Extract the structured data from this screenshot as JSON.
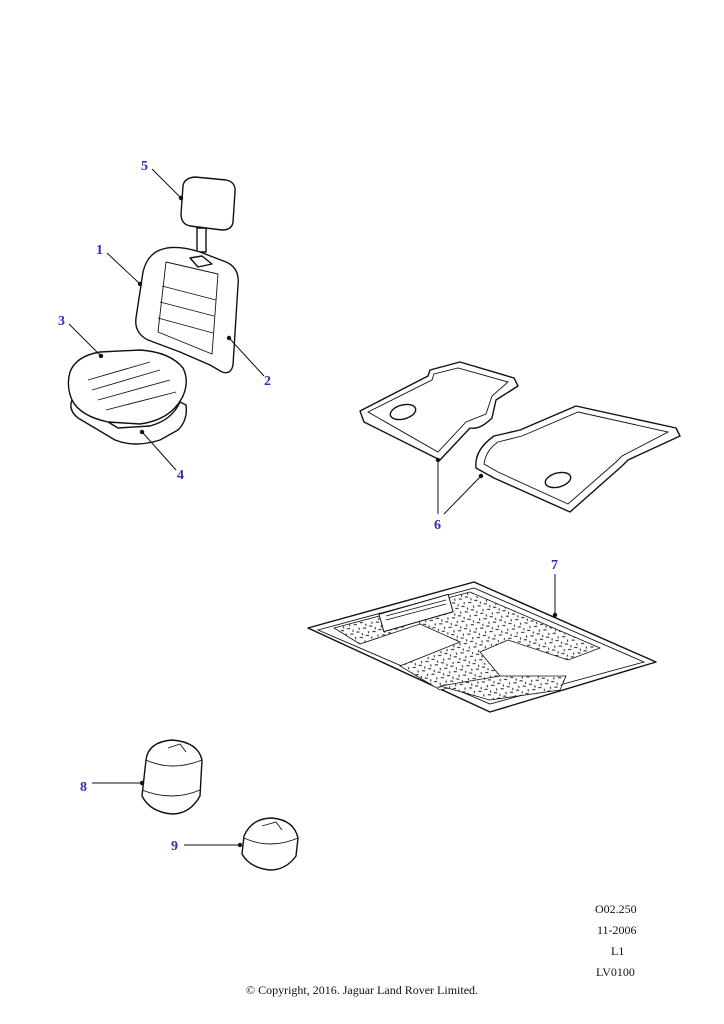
{
  "callouts": {
    "c1": "1",
    "c2": "2",
    "c3": "3",
    "c4": "4",
    "c5": "5",
    "c6": "6",
    "c7": "7",
    "c8": "8",
    "c9": "9"
  },
  "info": {
    "code": "O02.250",
    "date": "11-2006",
    "level": "L1",
    "model": "LV0100"
  },
  "copyright": "© Copyright, 2016. Jaguar Land Rover Limited.",
  "colors": {
    "callout": "#2a2fb8",
    "line": "#111111"
  }
}
